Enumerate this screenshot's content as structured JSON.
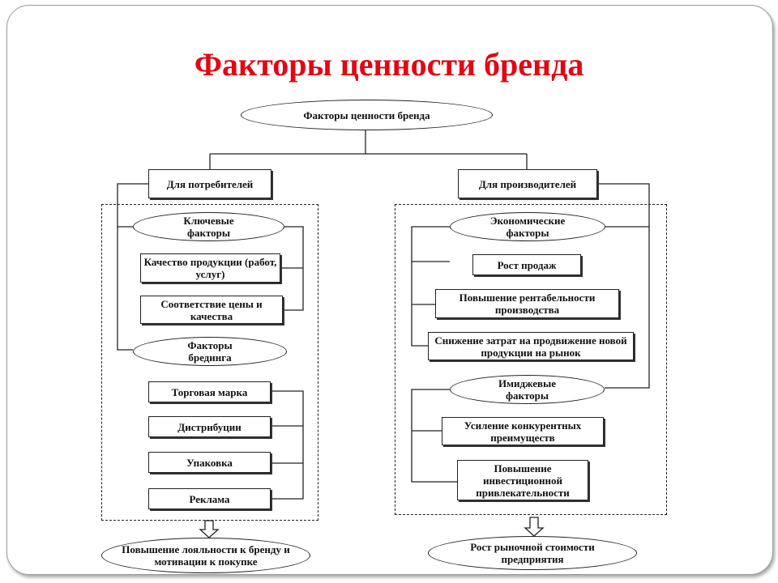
{
  "title": "Факторы ценности бренда",
  "diagram": {
    "root": "Факторы ценности бренда",
    "consumers": {
      "label": "Для потребителей",
      "key_factors": "Ключевые факторы",
      "key_items": [
        "Качество продукции (работ, услуг)",
        "Соответствие цены и качества"
      ],
      "branding_factors": "Факторы брединга",
      "branding_items": [
        "Торговая марка",
        "Дистрибуции",
        "Упаковка",
        "Реклама"
      ],
      "outcome": "Повышение лояльности к бренду и мотивации к покупке"
    },
    "producers": {
      "label": "Для производителей",
      "economic_factors": "Экономические факторы",
      "economic_items": [
        "Рост продаж",
        "Повышение рентабельности производства",
        "Снижение затрат на продвижение новой продукции на рынок"
      ],
      "image_factors": "Имиджевые факторы",
      "image_items": [
        "Усиление конкурентных преимуществ",
        "Повышение инвестиционной привлекательности"
      ],
      "outcome": "Рост рыночной стоимости предприятия"
    }
  }
}
